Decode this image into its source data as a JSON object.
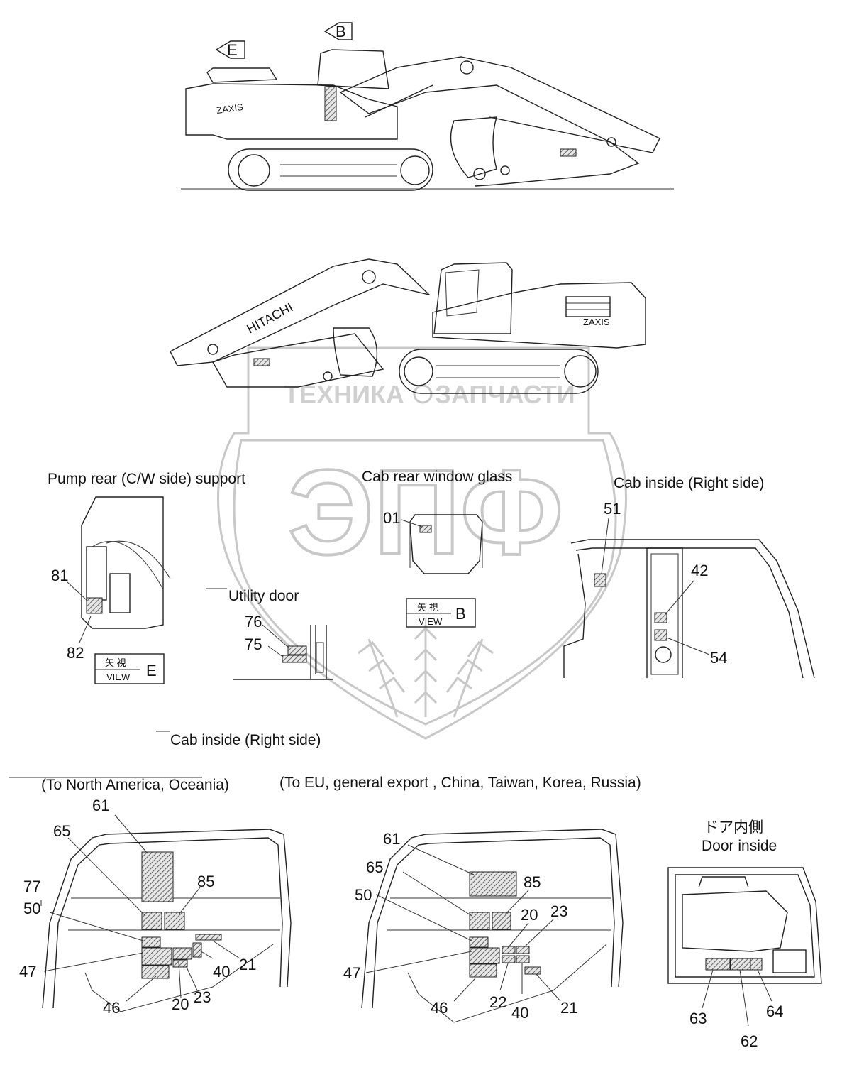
{
  "views": {
    "view_e_arrow": "E",
    "view_b_arrow": "B",
    "view_box_kanji": "矢 視",
    "view_box_word": "VIEW",
    "view_e_letter": "E",
    "view_b_letter": "B"
  },
  "brand": {
    "machine_model_1": "ZAXIS",
    "machine_model_2": "ZAXIS",
    "boom_maker": "HITACHI"
  },
  "watermark": {
    "left_word": "ТЕХНИКА",
    "right_word": "ЗАПЧАСТИ",
    "big_letters": "ЭПФ"
  },
  "section_titles": {
    "pump_rear": "Pump rear (C/W side) support",
    "cab_rear_window": "Cab rear window glass",
    "cab_inside_right_top": "Cab inside (Right side)",
    "utility_door": "Utility door",
    "cab_inside_right_mid": "Cab  inside (Right side)",
    "north_america": "(To North America, Oceania)",
    "eu_export": "(To EU, general export , China, Taiwan, Korea, Russia)",
    "door_inside_jp": "ドア内側",
    "door_inside_en": "Door  inside"
  },
  "callouts": {
    "pump": [
      "81",
      "82"
    ],
    "cab_rear": [
      "01"
    ],
    "cab_right": [
      "51",
      "42",
      "54"
    ],
    "utility": [
      "76",
      "75"
    ],
    "na": [
      "61",
      "65",
      "77",
      "50",
      "85",
      "47",
      "40",
      "21",
      "46",
      "20",
      "23"
    ],
    "eu": [
      "61",
      "65",
      "85",
      "50",
      "20",
      "23",
      "47",
      "46",
      "22",
      "40",
      "21"
    ],
    "door": [
      "63",
      "62",
      "64"
    ]
  },
  "colors": {
    "line": "#222222",
    "watermark": "#c8c8c8",
    "background": "#ffffff"
  }
}
